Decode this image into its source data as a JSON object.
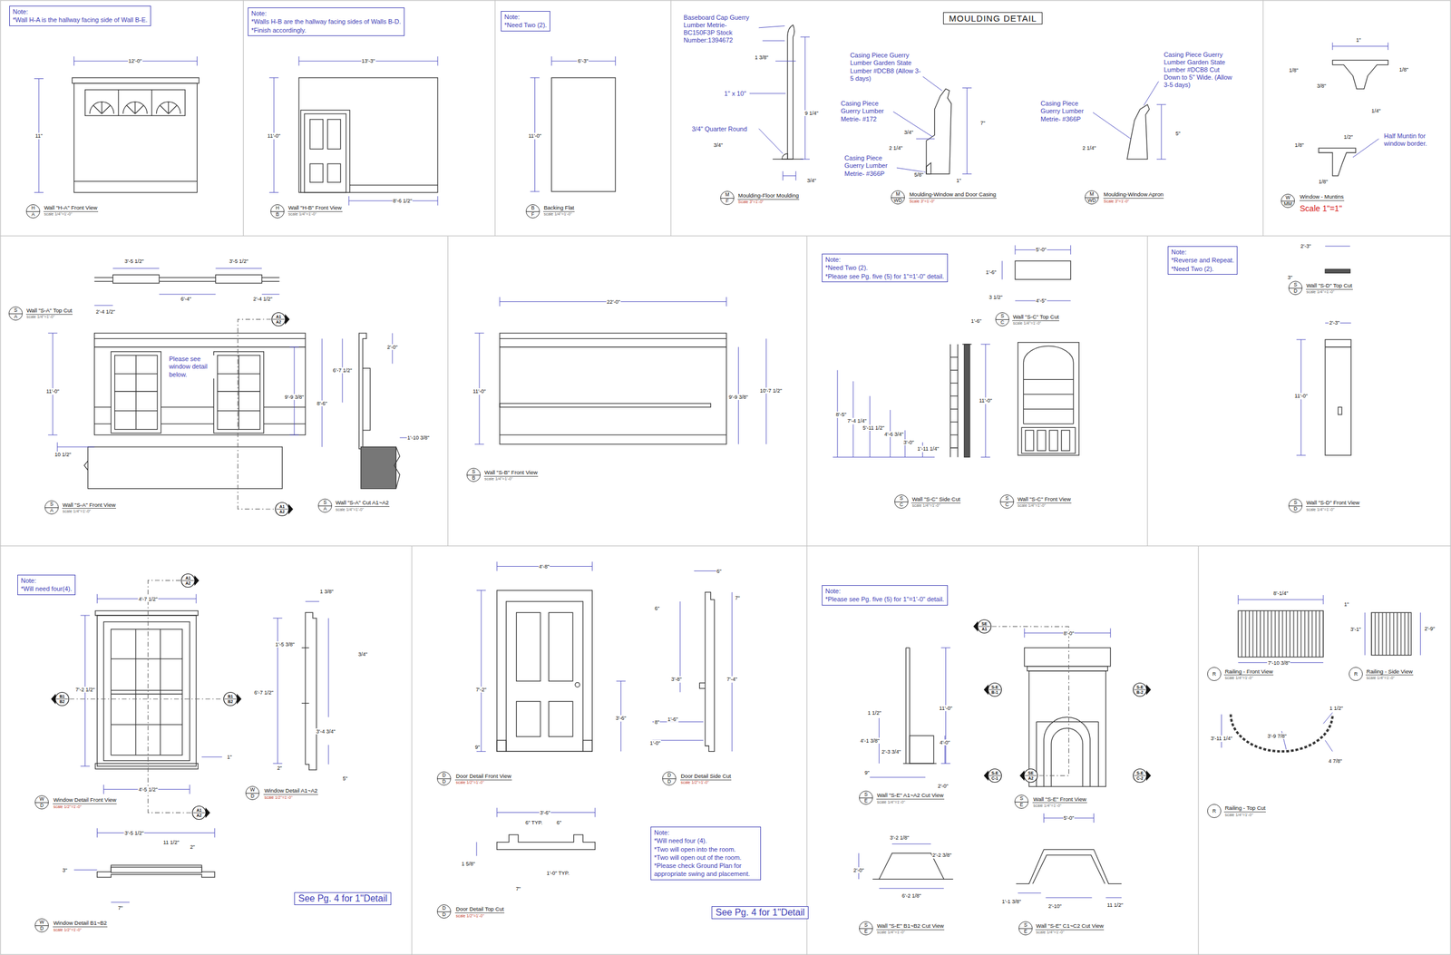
{
  "diagram": {
    "nodes": [
      {
        "text": [
          "Note:",
          "*Wall H-A is the hallway facing side of Wall B-E."
        ]
      },
      {
        "text": [
          "H",
          "A"
        ]
      },
      {
        "text": [
          "Note:",
          "*Walls H-B are the hallway facing sides of Walls B-D.",
          "*Finish accordingly."
        ]
      },
      {
        "text": [
          "H",
          "B"
        ]
      },
      {
        "text": [
          "Note:",
          "*Need Two (2)."
        ]
      },
      {
        "text": [
          "B",
          "F"
        ]
      },
      {
        "text": [
          "MOULDING DETAIL"
        ]
      },
      {
        "text": [
          "M",
          "F"
        ]
      },
      {
        "text": [
          "M",
          "WD"
        ]
      },
      {
        "text": [
          "M",
          "WD"
        ]
      },
      {
        "text": [
          "W",
          "MM"
        ]
      },
      {
        "text": [
          "S",
          "A"
        ]
      },
      {
        "text": [
          "A1",
          "A2"
        ]
      },
      {
        "text": [
          "A1",
          "A2"
        ]
      },
      {
        "text": [
          "S",
          "A"
        ]
      },
      {
        "text": [
          "S",
          "A"
        ]
      },
      {
        "text": [
          "S",
          "B"
        ]
      },
      {
        "text": [
          "Note:",
          "*Need Two (2).",
          "*Please see Pg. five (5) for 1\"=1'-0\" detail."
        ]
      },
      {
        "text": [
          "S",
          "C"
        ]
      },
      {
        "text": [
          "S",
          "C"
        ]
      },
      {
        "text": [
          "S",
          "C"
        ]
      },
      {
        "text": [
          "Note:",
          "*Reverse and Repeat.",
          "*Need Two (2)."
        ]
      },
      {
        "text": [
          "S",
          "D"
        ]
      },
      {
        "text": [
          "S",
          "D"
        ]
      },
      {
        "text": [
          "Note:",
          "*Will need four(4)."
        ]
      },
      {
        "text": [
          "A1",
          "A2"
        ]
      },
      {
        "text": [
          "B1",
          "B2"
        ]
      },
      {
        "text": [
          "B1",
          "B2"
        ]
      },
      {
        "text": [
          "A1",
          "A2"
        ]
      },
      {
        "text": [
          "W",
          "D"
        ]
      },
      {
        "text": [
          "W",
          "D"
        ]
      },
      {
        "text": [
          "W",
          "D"
        ]
      },
      {
        "text": [
          "See Pg. 4 for 1\"Detail"
        ]
      },
      {
        "text": [
          "D",
          "D"
        ]
      },
      {
        "text": [
          "D",
          "D"
        ]
      },
      {
        "text": [
          "D",
          "D"
        ]
      },
      {
        "text": [
          "Note:",
          "*Will need four (4).",
          "*Two will open into the room.",
          "*Two will open out of the room.",
          "*Please check Ground Plan for appropriate swing and placement."
        ]
      },
      {
        "text": [
          "See Pg. 4 for 1\"Detail"
        ]
      },
      {
        "text": [
          "Note:",
          "*Please see Pg. five (5) for 1\"=1'-0\" detail."
        ]
      },
      {
        "text": [
          "SE",
          "A1"
        ]
      },
      {
        "text": [
          "S-E",
          "B-1"
        ]
      },
      {
        "text": [
          "S-E",
          "B-2"
        ]
      },
      {
        "text": [
          "S-E",
          "C-1"
        ]
      },
      {
        "text": [
          "SE",
          "A2"
        ]
      },
      {
        "text": [
          "S-E",
          "C-2"
        ]
      },
      {
        "text": [
          "S",
          "E"
        ]
      },
      {
        "text": [
          "S",
          "E"
        ]
      },
      {
        "text": [
          "S",
          "E"
        ]
      },
      {
        "text": [
          "S",
          "E"
        ]
      },
      {
        "text": [
          "R"
        ]
      },
      {
        "text": [
          "R"
        ]
      },
      {
        "text": [
          "R"
        ]
      }
    ],
    "edges": [
      {
        "from": 12,
        "to": 13,
        "arrow": "none"
      },
      {
        "from": 25,
        "to": 28,
        "arrow": "none"
      },
      {
        "from": 26,
        "to": 27,
        "arrow": "none"
      },
      {
        "from": 39,
        "to": 43,
        "arrow": "none"
      }
    ],
    "labels": [
      "12'-0\"",
      "11\"",
      "Wall \"H-A\" Front View",
      "scale 1/4\"=1'-0\"",
      "13'-3\"",
      "11'-0\"",
      "8'-6 1/2\"",
      "Wall \"H-B\" Front View",
      "scale 1/4\"=1'-0\"",
      "6'-3\"",
      "11'-0\"",
      "Backing Flat",
      "scale 1/4\"=1'-0\"",
      "Baseboard Cap Guerry Lumber Metrie- BC150F3P Stock Number:1394672",
      "1 3/8\"",
      "1\" x 10\"",
      "9 1/4\"",
      "3/4\" Quarter Round",
      "3/4\"",
      "3/4\"",
      "Moulding-Floor Moulding",
      "Scale 3\"=1'-0\"",
      "Casing Piece Guerry Lumber Garden State Lumber #DCB8 (Allow 3-5 days)",
      "Casing Piece Guerry Lumber Metrie- #172",
      "Casing Piece Guerry Lumber Metrie- #366P",
      "3/4\"",
      "2 1/4\"",
      "7\"",
      "5/8\"",
      "1\"",
      "Moulding-Window and Door Casing",
      "Scale 3\"=1'-0\"",
      "Casing Piece Guerry Lumber Garden State Lumber #DCB8 Cut Down to 5\" Wide. (Allow 3-5 days)",
      "Casing Piece Guerry Lumber Metrie- #366P",
      "2 1/4\"",
      "5\"",
      "Moulding-Window Apron",
      "Scale 3\"=1'-0\"",
      "1\"",
      "1/8\"",
      "3/8\"",
      "1/8\"",
      "1/4\"",
      "1/2\"",
      "Half Muntin for window border.",
      "1/8\"",
      "1/8\"",
      "Window - Muntins",
      "Scale 1\"=1\"",
      "3'-5 1/2\"",
      "3'-5 1/2\"",
      "6'-4\"",
      "2'-4 1/2\"",
      "Wall \"S-A\" Top Cut",
      "scale 1/4\"=1'-0\"",
      "2'-4 1/2\"",
      "Please see window detail below.",
      "11'-0\"",
      "9'-9 3/8\"",
      "10 1/2\"",
      "Wall \"S-A\" Front View",
      "scale 1/4\"=1'-0\"",
      "2'-0\"",
      "6'-7 1/2\"",
      "8'-6\"",
      "1'-10 3/8\"",
      "Wall \"S-A\" Cut A1~A2",
      "scale 1/4\"=1'-0\"",
      "22'-0\"",
      "11'-0\"",
      "9'-9 3/8\"",
      "10'-7 1/2\"",
      "Wall \"S-B\" Front View",
      "scale 1/4\"=1'-0\"",
      "5'-0\"",
      "1'-6\"",
      "3 1/2\"",
      "4'-5\"",
      "Wall \"S-C\" Top Cut",
      "scale 1/4\"=1'-0\"",
      "1'-6\"",
      "11'-0\"",
      "8'-5\"",
      "7'-4 1/4\"",
      "5'-11 1/2\"",
      "4'-6 3/4\"",
      "3'-0\"",
      "1'-11 1/4\"",
      "Wall \"S-C\" Side Cut",
      "scale 1/4\"=1'-0\"",
      "Wall \"S-C\" Front View",
      "scale 1/4\"=1'-0\"",
      "2'-3\"",
      "3\"",
      "Wall \"S-D\" Top Cut",
      "scale 1/4\"=1'-0\"",
      "2'-3\"",
      "11'-0\"",
      "Wall \"S-D\" Front View",
      "scale 1/4\"=1'-0\"",
      "4'-7 1/2\"",
      "7'-2 1/2\"",
      "4'-5 1/2\"",
      "1\"",
      "Window Detail Front View",
      "scale 1/2\"=1'-0\"",
      "1 3/8\"",
      "1'-5 3/8\"",
      "3/4\"",
      "6'-7 1/2\"",
      "3'-4 3/4\"",
      "2\"",
      "5\"",
      "Window Detail A1~A2",
      "scale 1/2\"=1'-0\"",
      "3'-5 1/2\"",
      "11 1/2\"",
      "2\"",
      "3\"",
      "7\"",
      "Window Detail B1~B2",
      "scale 1/2\"=1'-0\"",
      "4'-8\"",
      "7'-2\"",
      "3'-6\"",
      "9\"",
      "Door Detail Front View",
      "scale 1/2\"=1'-0\"",
      "6\"",
      "6\"",
      "7\"",
      "3'-8\"",
      "7'-4\"",
      "8\"",
      "1'-6\"",
      "1'-0\"",
      "Door Detail Side Cut",
      "scale 1/2\"=1'-0\"",
      "3'-6\"",
      "6\" TYP.",
      "6\"",
      "1 5/8\"",
      "1'-0\" TYP.",
      "7\"",
      "Door Detail Top Cut",
      "scale 1/2\"=1'-0\"",
      "11'-0\"",
      "1 1/2\"",
      "4'-1 3/8\"",
      "2'-3 3/4\"",
      "4'-0\"",
      "9\"",
      "2'-0\"",
      "Wall \"S-E\" A1~A2 Cut View",
      "scale 1/4\"=1'-0\"",
      "8'-0\"",
      "Wall \"S-E\" Front View",
      "scale 1/4\"=1'-0\"",
      "3'-2 1/8\"",
      "2'-2 3/8\"",
      "2'-0\"",
      "6'-2 1/8\"",
      "Wall \"S-E\" B1~B2 Cut View",
      "scale 1/4\"=1'-0\"",
      "5'-0\"",
      "1'-1 3/8\"",
      "2'-10\"",
      "11 1/2\"",
      "Wall \"S-E\" C1~C2 Cut View",
      "scale 1/4\"=1'-0\"",
      "8'-1/4\"",
      "1\"",
      "7'-10 3/8\"",
      "Railing - Front View",
      "scale 1/4\"=1'-0\"",
      "3'-1\"",
      "2'-9\"",
      "Railing - Side View",
      "scale 1/4\"=1'-0\"",
      "1 1/2\"",
      "3'-9 7/8\"",
      "3'-11 1/4\"",
      "4 7/8\"",
      "Railing - Top Cut",
      "scale 1/4\"=1'-0\""
    ]
  }
}
